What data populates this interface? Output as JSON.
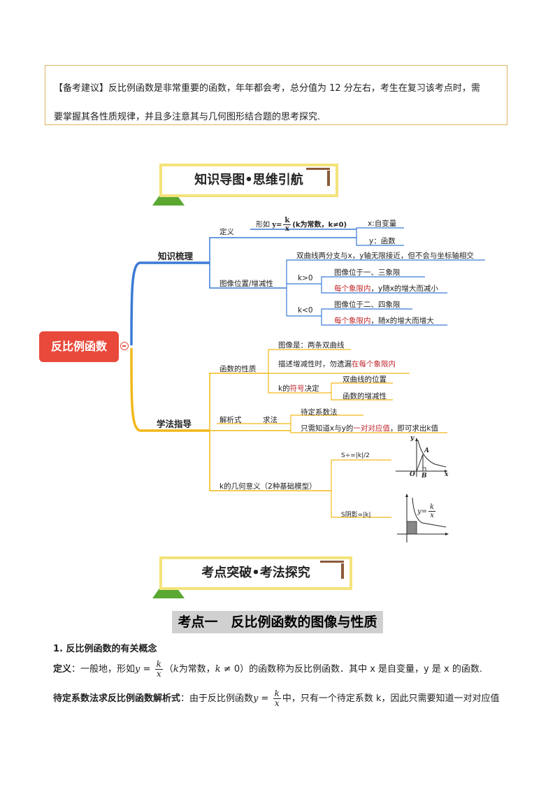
{
  "advice": {
    "label": "【备考建议】",
    "text_line1": "反比例函数是非常重要的函数，年年都会考，总分值为 12 分左右，考生在复习该考点时，需",
    "text_line2": "要掌握其各性质规律，并且多注意其与几何图形结合题的思考探究."
  },
  "banner1": "知识导图•思维引航",
  "banner2": "考点突破•考法探究",
  "mindmap": {
    "root": "反比例函数",
    "collapse_symbol": "⊖",
    "branch1": {
      "title": "知识梳理",
      "def_label": "定义",
      "def_form_prefix": "形如",
      "def_form_y": "y=",
      "def_form_num": "k",
      "def_form_den": "x",
      "def_form_suffix": "(k为常数，k≠0)",
      "x_var": "x:自变量",
      "y_var": "y：函数",
      "pos_label": "图像位置/增减性",
      "hyperbola": "双曲线两分支与x，y轴无限接近，但不会与坐标轴相交",
      "kpos": "k>0",
      "kpos_1": "图像位于一、三象限",
      "kpos_2_red": "每个象限内",
      "kpos_2_rest": "，y随x的增大而减小",
      "kneg": "k<0",
      "kneg_1": "图像位于二、四象限",
      "kneg_2_red": "每个象限内",
      "kneg_2_rest": "，随x的增大而增大"
    },
    "branch2": {
      "title": "学法指导",
      "props": "函数的性质",
      "props_1": "图像是：两条双曲线",
      "props_2_a": "描述增减性时，勿遗漏",
      "props_2_red": "在每个象限内",
      "props_3_a": "k的",
      "props_3_red": "符号",
      "props_3_b": "决定",
      "props_3_1": "双曲线的位置",
      "props_3_2": "函数的增减性",
      "analytic": "解析式",
      "solve": "求法",
      "solve_1": "待定系数法",
      "solve_2_a": "只需知道x与y的",
      "solve_2_red": "一对对应值",
      "solve_2_b": "，即可求出k值",
      "geo": "k的几何意义（2种基础模型）",
      "geo_1": "S÷=|k|/2",
      "geo_2": "S阴影=|k|",
      "g1_labels": [
        "y",
        "A",
        "O",
        "B",
        "x"
      ],
      "g2_y": "y=",
      "g2_num": "k",
      "g2_den": "x"
    }
  },
  "section_title": "考点一　反比例函数的图像与性质",
  "body": {
    "heading": "1.  反比例函数的有关概念",
    "def_bold": "定义",
    "def_a": "：一般地，形如",
    "def_y": "y",
    "def_eq": " = ",
    "def_num": "k",
    "def_den": "x",
    "def_b": "（",
    "def_k": "k",
    "def_c": "为常数，",
    "def_k2": "k",
    "def_neq": " ≠ 0",
    "def_d": "）的函数称为反比例函数．其中 x 是自变量，y 是 x 的函数.",
    "method_bold": "待定系数法求反比例函数解析式",
    "method_a": "：由于反比例函数",
    "method_y": "y",
    "method_eq": " = ",
    "method_num": "k",
    "method_den": "x",
    "method_b": "中，只有一个待定系数 k，因此只需要知道一对对应值"
  },
  "colors": {
    "root": "#e9493b",
    "blue_branch": "#3b7ad6",
    "yellow_branch": "#f2b819",
    "red_text": "#c0272d",
    "border": "#d9b45f"
  }
}
